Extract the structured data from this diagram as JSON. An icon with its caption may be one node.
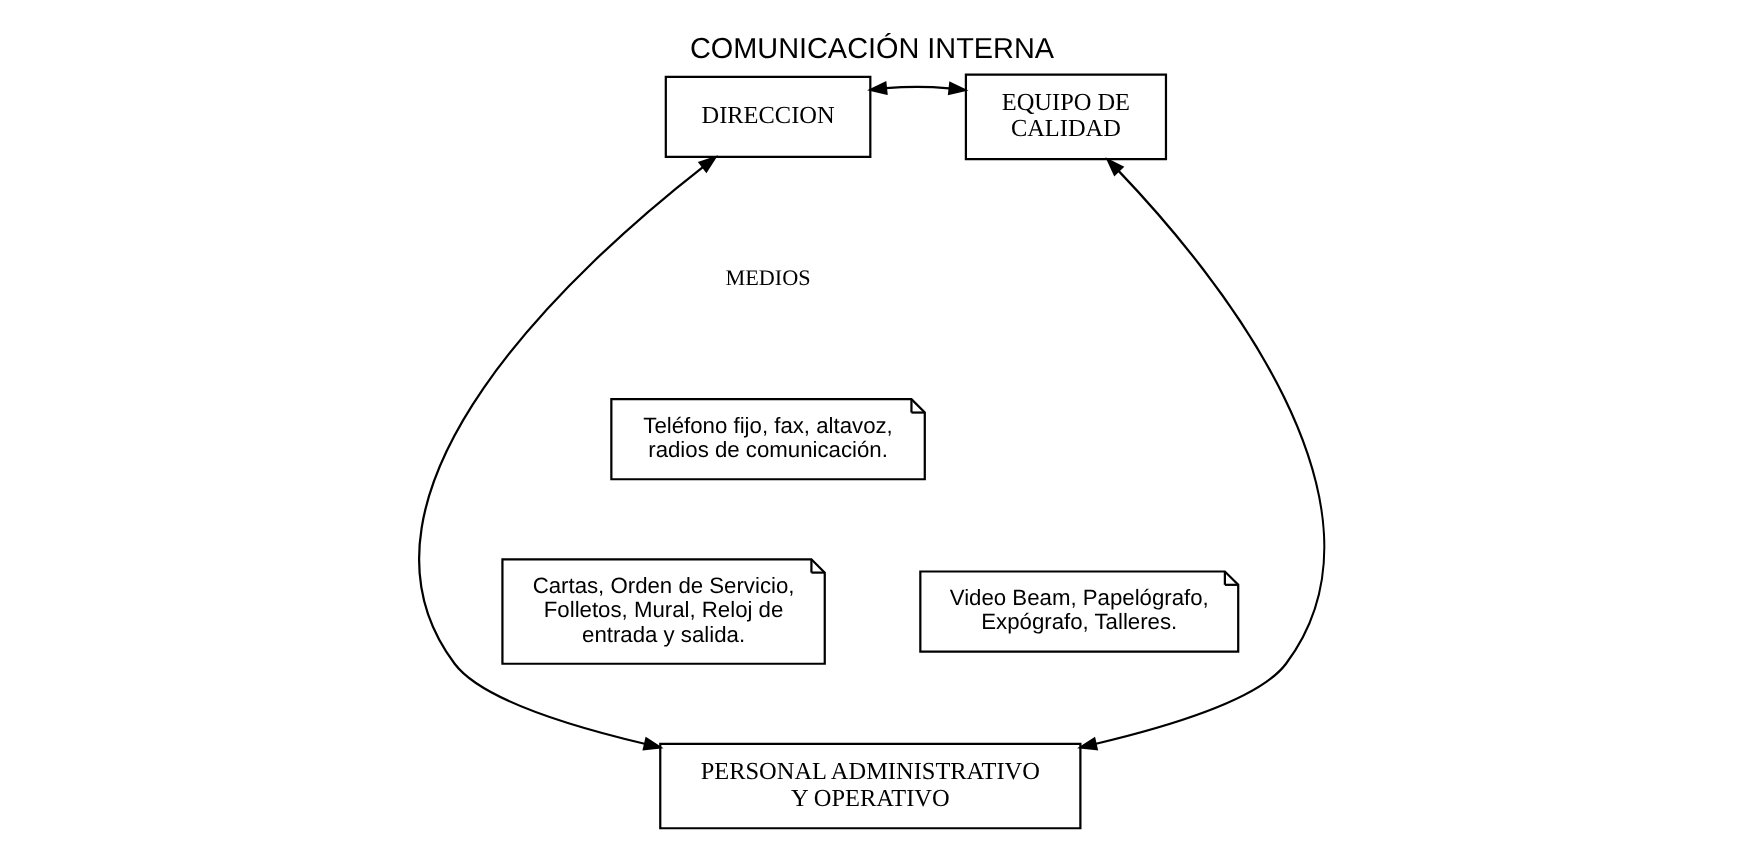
{
  "diagram": {
    "title": "COMUNICACIÓN INTERNA",
    "nodes": [
      {
        "text": [
          "DIRECCION"
        ]
      },
      {
        "text": [
          "EQUIPO DE CALIDAD"
        ]
      },
      {
        "text": [
          "Teléfono fijo, fax, altavoz, radios de comunicación."
        ]
      },
      {
        "text": [
          "Cartas, Orden de Servicio, Folletos, Mural, Reloj de entrada y salida."
        ]
      },
      {
        "text": [
          "Video Beam, Papelógrafo, Expógrafo, Talleres."
        ]
      },
      {
        "text": [
          "PERSONAL ADMINISTRATIVO Y OPERATIVO"
        ]
      }
    ],
    "edges": [
      {
        "from": 0,
        "to": 1,
        "arrow": "both"
      },
      {
        "from": 0,
        "to": 5,
        "arrow": "both"
      },
      {
        "from": 1,
        "to": 5,
        "arrow": "both"
      }
    ],
    "labels": [
      "MEDIOS"
    ]
  }
}
